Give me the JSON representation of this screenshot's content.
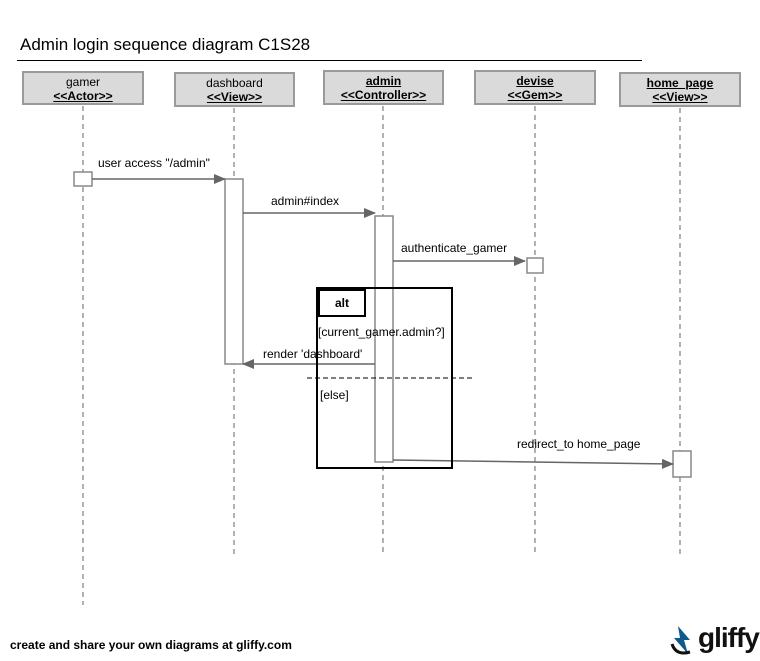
{
  "title": "Admin login sequence diagram C1S28",
  "participants": [
    {
      "name": "gamer",
      "stereotype": "<<Actor>>"
    },
    {
      "name": "dashboard",
      "stereotype": "<<View>>"
    },
    {
      "name": "admin",
      "stereotype": "<<Controller>>"
    },
    {
      "name": "devise",
      "stereotype": "<<Gem>>"
    },
    {
      "name": "home_page",
      "stereotype": "<<View>>"
    }
  ],
  "messages": [
    {
      "from": "gamer",
      "to": "dashboard",
      "label": "user access \"/admin\""
    },
    {
      "from": "dashboard",
      "to": "admin",
      "label": "admin#index"
    },
    {
      "from": "admin",
      "to": "devise",
      "label": "authenticate_gamer"
    },
    {
      "from": "admin",
      "to": "dashboard",
      "label": "render 'dashboard'"
    },
    {
      "from": "admin",
      "to": "home_page",
      "label": "redirect_to home_page"
    }
  ],
  "fragment": {
    "operator": "alt",
    "guards": [
      "[current_gamer.admin?]",
      "[else]"
    ]
  },
  "footer": {
    "tagline": "create and share your own diagrams at gliffy.com",
    "brand": "gliffy"
  }
}
